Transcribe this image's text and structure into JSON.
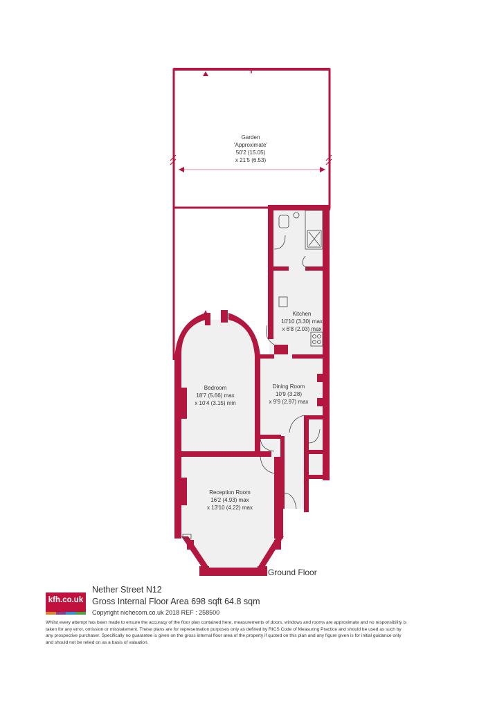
{
  "colors": {
    "wall": "#b3163f",
    "floor": "#f0f0f0",
    "line": "#444444",
    "logo_bg": "#c0123c",
    "logo_bars": [
      "#d8872e",
      "#8a3f8f",
      "#2f95c8",
      "#4ea43b"
    ]
  },
  "rooms": {
    "garden": {
      "name": "Garden",
      "qualifier": "'Approximate'",
      "dim1": "50'2 (15.05)",
      "dim2": "x 21'5 (6.53)"
    },
    "kitchen": {
      "name": "Kitchen",
      "dim1": "10'10 (3.30) max",
      "dim2": "x 6'8 (2.03) max"
    },
    "bedroom": {
      "name": "Bedroom",
      "dim1": "18'7 (5.66) max",
      "dim2": "x 10'4 (3.15) min"
    },
    "dining": {
      "name": "Dining Room",
      "dim1": "10'9 (3.28)",
      "dim2": "x 9'9 (2.97) max"
    },
    "reception": {
      "name": "Reception Room",
      "dim1": "16'2 (4.93) max",
      "dim2": "x 13'10 (4.22) max"
    }
  },
  "floor_label": "Ground Floor",
  "property": {
    "address": "Nether Street  N12",
    "area": "Gross Internal Floor Area 698 sqft 64.8 sqm",
    "copyright": "Copyright nichecom.co.uk 2018 REF : 258500"
  },
  "logo": {
    "text": "kfh.co.uk"
  },
  "disclaimer": "Whilst every attempt has been made to ensure the accuracy of the floor plan contained here, measurements of doors, windows and rooms are approximate and no responsibility is taken for any error, omission or misstatement. These plans are for representation purposes only as defined by RICS Code of Measuring Practice and should be used as such by any prospective purchaser. Specifically no guarantee is given on the gross internal floor area of the property if quoted on this plan and any figure given is for initial guidance only and should not be relied on as a basis of valuation."
}
